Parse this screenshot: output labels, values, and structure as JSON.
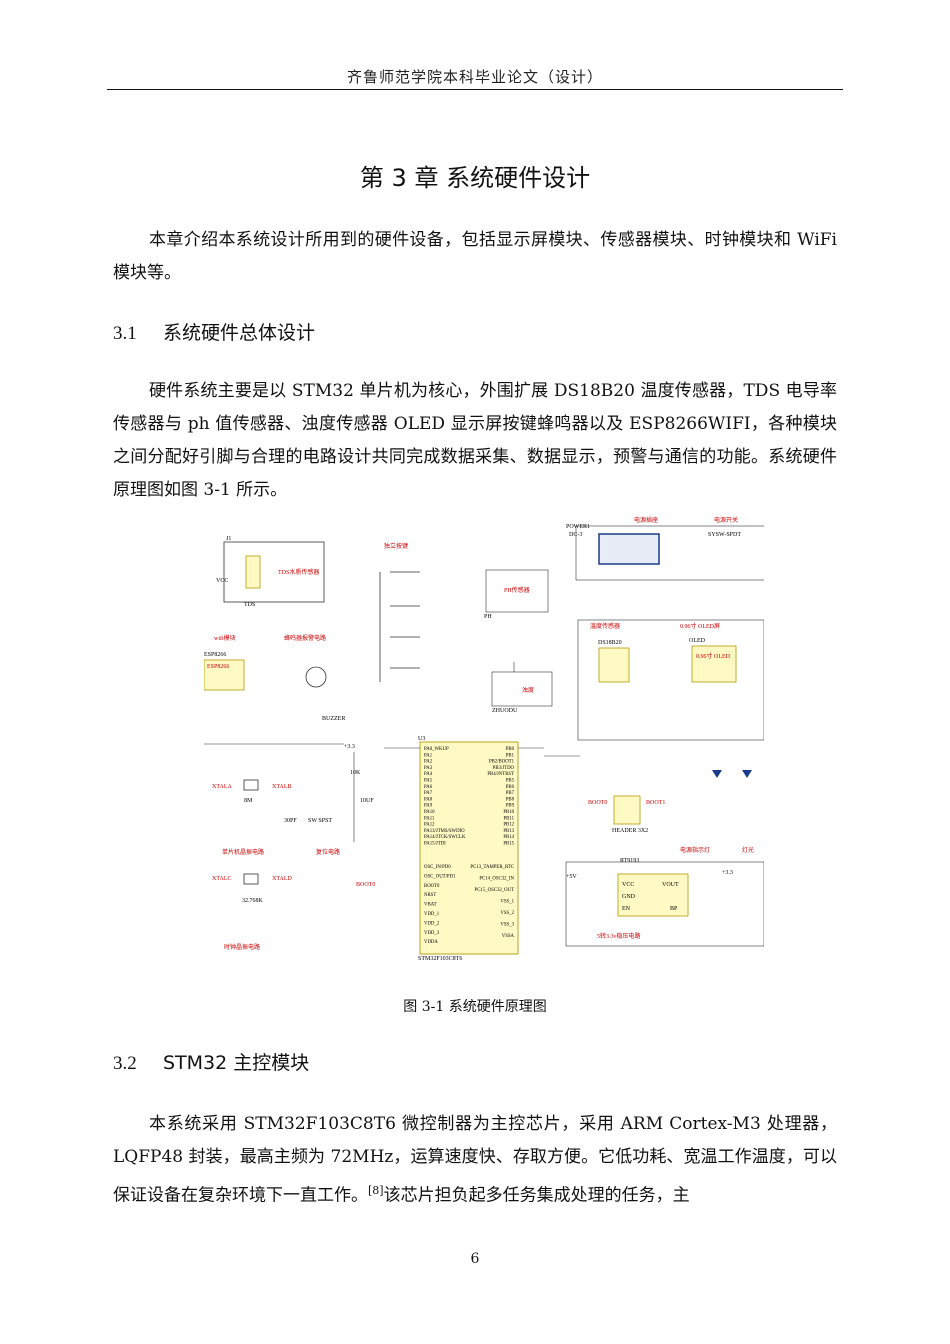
{
  "header": "齐鲁师范学院本科毕业论文（设计）",
  "chapter_title": "第 3 章  系统硬件设计",
  "intro": "本章介绍本系统设计所用到的硬件设备，包括显示屏模块、传感器模块、时钟模块和 WiFi 模块等。",
  "sec1": {
    "num": "3.1",
    "title": "系统硬件总体设计"
  },
  "sec1_body": "硬件系统主要是以 STM32 单片机为核心，外围扩展 DS18B20 温度传感器，TDS 电导率传感器与 ph 值传感器、浊度传感器 OLED 显示屏按键蜂鸣器以及 ESP8266WIFI，各种模块之间分配好引脚与合理的电路设计共同完成数据采集、数据显示，预警与通信的功能。系统硬件原理图如图 3-1 所示。",
  "figure": {
    "caption": "图 3-1  系统硬件原理图",
    "labels": {
      "tds": "TDS水质传感器",
      "tds_ref": "TDS",
      "j1": "J1",
      "keys": "独立按键",
      "ph": "PH传感器",
      "ph_ref": "PH",
      "power_jack": "电源插座",
      "power_ref": "POWER1",
      "power_type": "DC-3",
      "power_switch": "电源开关",
      "switch_ref": "SYSW-SPDT",
      "wifi": "wifi模块",
      "esp": "ESP8266",
      "esp_ref": "ESP8266",
      "buzzer": "蜂鸣器报警电路",
      "buzzer_ref": "BUZZER",
      "turb": "浊度",
      "turb_ref": "ZHUODU",
      "temp": "温度传感器",
      "ds": "DS18B20",
      "oled": "0.96寸 OLED屏",
      "oled_ref": "OLED",
      "oled_box": "0.96寸 OLED",
      "mcu": "STM32F103C8T6",
      "mcu_ref": "U3",
      "crystal1": "单片机晶振电路",
      "crystal2": "时钟晶振电路",
      "reset": "复位电路",
      "reset_sw": "SW SPST",
      "header": "HEADER 3X2",
      "led_ind": "电源指示灯",
      "light": "灯光",
      "reg": "5转3.3v稳压电路",
      "reg_ref": "RT9193",
      "xtal_a": "XTALA",
      "xtal_b": "XTALB",
      "xtal_c": "XTALC",
      "xtal_d": "XTALD",
      "y1": "8M",
      "y2": "32.768K",
      "cap30": "30PF",
      "boot": "BOOT0",
      "boot1": "BOOT1",
      "vcc": "VCC",
      "v33": "+3.3",
      "v5": "+5V",
      "r10k": "10K",
      "c10uf": "10UF",
      "pin_vcc": "VCC",
      "pin_vout": "VOUT",
      "pin_gnd": "GND",
      "pin_en": "EN",
      "pin_bp": "BP"
    },
    "mcu_pins_left": [
      "PA0_WKUP",
      "PA1",
      "PA2",
      "PA3",
      "PA4",
      "PA5",
      "PA6",
      "PA7",
      "PA8",
      "PA9",
      "PA10",
      "PA11",
      "PA12",
      "PA13/JTMS/SWDIO",
      "PA14/JTCK/SWCLK",
      "PA15/JTDI"
    ],
    "mcu_pins_right": [
      "PB0",
      "PB1",
      "PB2/BOOT1",
      "PB3/JTDO",
      "PB4/JNTRST",
      "PB5",
      "PB6",
      "PB7",
      "PB8",
      "PB9",
      "PB10",
      "PB11",
      "PB12",
      "PB13",
      "PB14",
      "PB15"
    ],
    "mcu_pins_bottom_left": [
      "OSC_IN/PD0",
      "OSC_OUT/PD1",
      "BOOT0",
      "NRST",
      "VBAT",
      "VDD_1",
      "VDD_2",
      "VDD_3",
      "VDDA"
    ],
    "mcu_pins_bottom_right": [
      "PC13_TAMPER_RTC",
      "PC14_OSC32_IN",
      "PC15_OSC32_OUT",
      "VSS_1",
      "VSS_2",
      "VSS_3",
      "VSSA"
    ]
  },
  "sec2": {
    "num": "3.2",
    "title": "STM32 主控模块"
  },
  "sec2_body_1": "本系统采用 STM32F103C8T6 微控制器为主控芯片，采用 ARM Cortex-M3 处理器，LQFP48 封装，最高主频为 72MHz，运算速度快、存取方便。它低功耗、宽温工作温度，可以保证设备在复杂环境下一直工作。",
  "sec2_cite": "[8]",
  "sec2_body_2": "该芯片担负起多任务集成处理的任务，主",
  "page_number": "6"
}
